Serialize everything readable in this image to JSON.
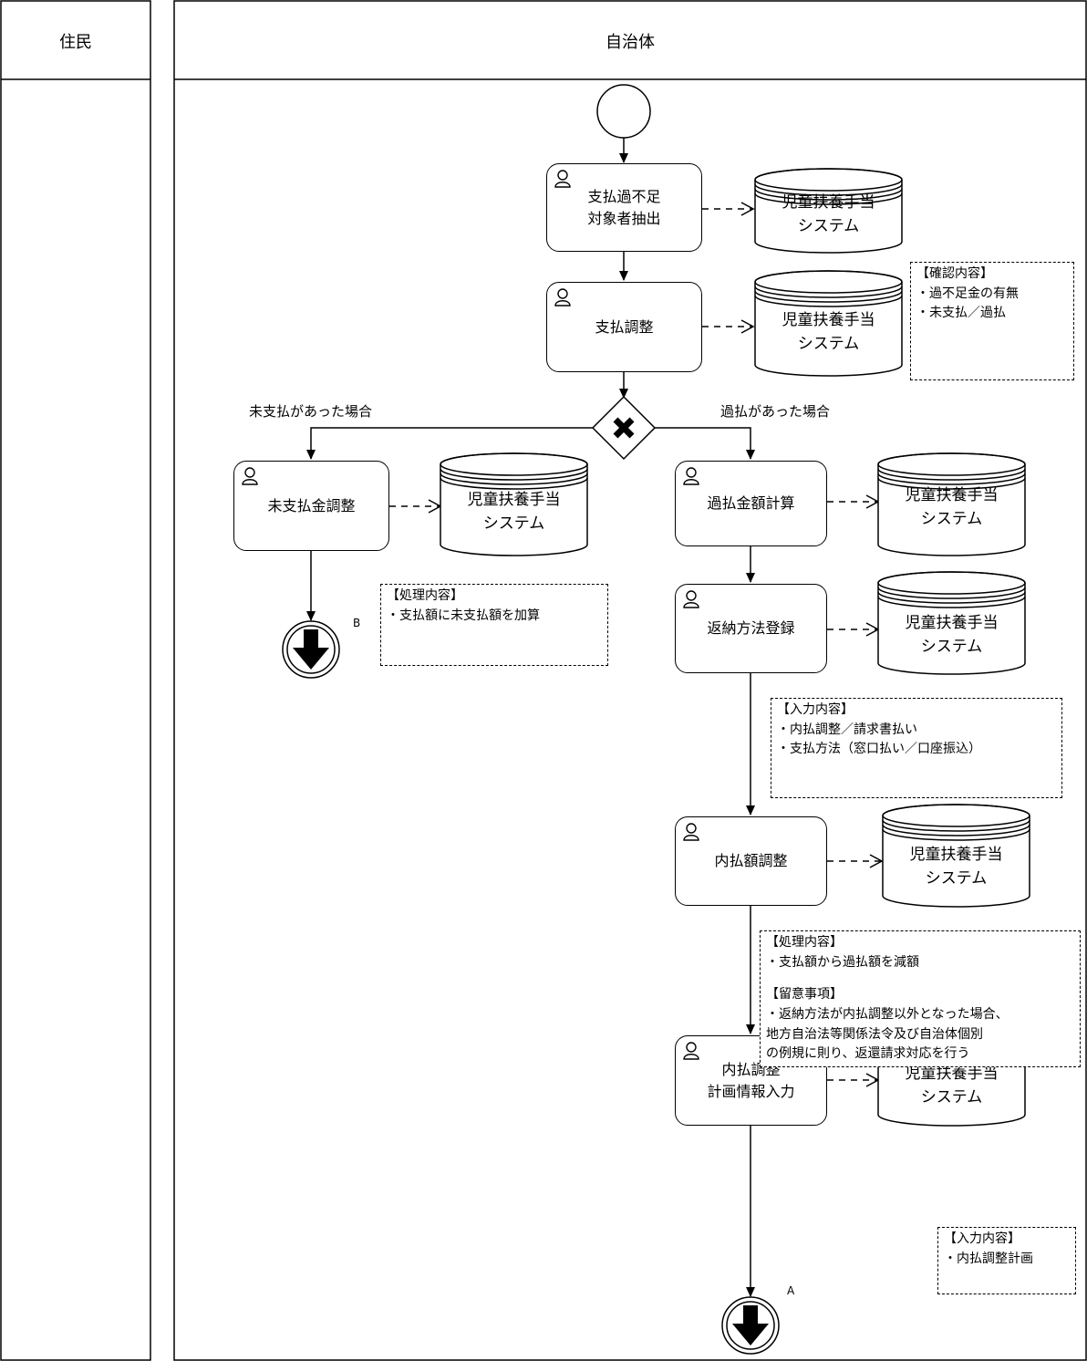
{
  "lanes": {
    "resident": "住民",
    "municipality": "自治体"
  },
  "tasks": {
    "extract": "支払過不足\n対象者抽出",
    "payment_adjust": "支払調整",
    "unpaid_adjust": "未支払金調整",
    "overpaid_calc": "過払金額計算",
    "refund_register": "返納方法登録",
    "internal_adjust": "内払額調整",
    "plan_input": "内払調整\n計画情報入力"
  },
  "datastore": {
    "label": "児童扶養手当\nシステム"
  },
  "gateway": {
    "left_label": "未支払があった場合",
    "right_label": "過払があった場合"
  },
  "notes": {
    "confirm": {
      "title": "【確認内容】",
      "lines": [
        "・過不足金の有無",
        "・未支払／過払"
      ]
    },
    "process_unpaid": {
      "title": "【処理内容】",
      "lines": [
        "・支払額に未支払額を加算"
      ]
    },
    "input_refund": {
      "title": "【入力内容】",
      "lines": [
        "・内払調整／請求書払い",
        "・支払方法（窓口払い／口座振込）"
      ]
    },
    "process_internal": {
      "title": "【処理内容】",
      "lines": [
        "・支払額から過払額を減額"
      ]
    },
    "caution": {
      "title": "【留意事項】",
      "lines": [
        "・返納方法が内払調整以外となった場合、",
        "地方自治法等関係法令及び自治体個別",
        "の例規に則り、返還請求対応を行う"
      ]
    },
    "input_plan": {
      "title": "【入力内容】",
      "lines": [
        "・内払調整計画"
      ]
    }
  },
  "connectors": {
    "left": "B",
    "right": "A"
  }
}
